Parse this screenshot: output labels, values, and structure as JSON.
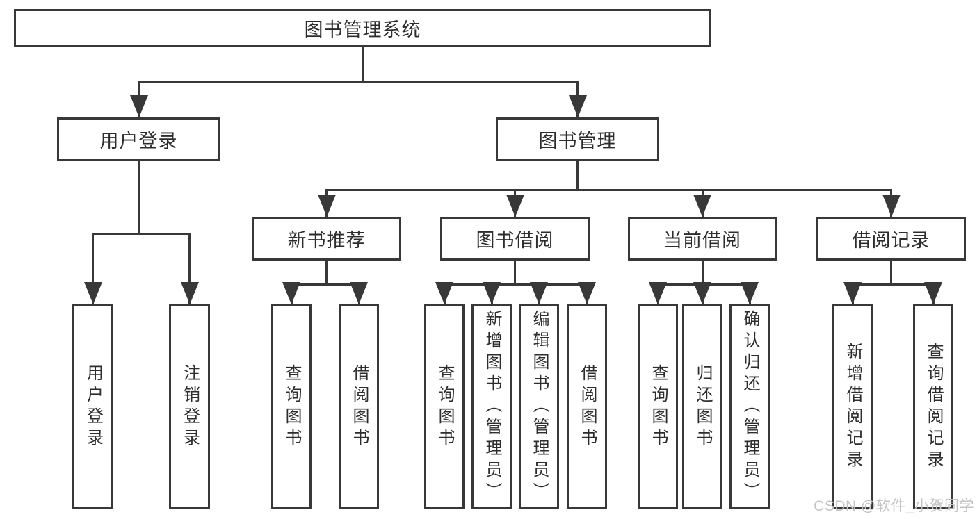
{
  "tree": {
    "label": "图书管理系统",
    "children": [
      {
        "label": "用户登录",
        "children": [
          {
            "label": "用户登录"
          },
          {
            "label": "注销登录"
          }
        ]
      },
      {
        "label": "图书管理",
        "children": [
          {
            "label": "新书推荐",
            "children": [
              {
                "label": "查询图书"
              },
              {
                "label": "借阅图书"
              }
            ]
          },
          {
            "label": "图书借阅",
            "children": [
              {
                "label": "查询图书"
              },
              {
                "label": "新增图书（管理员）"
              },
              {
                "label": "编辑图书（管理员）"
              },
              {
                "label": "借阅图书"
              }
            ]
          },
          {
            "label": "当前借阅",
            "children": [
              {
                "label": "查询图书"
              },
              {
                "label": "归还图书"
              },
              {
                "label": "确认归还（管理员）"
              }
            ]
          },
          {
            "label": "借阅记录",
            "children": [
              {
                "label": "新增借阅记录"
              },
              {
                "label": "查询借阅记录"
              }
            ]
          }
        ]
      }
    ]
  },
  "watermark": {
    "text": "CSDN @软件_小贺同学"
  },
  "colors": {
    "bg": "#ffffff",
    "line": "#383838",
    "text": "#2d2d2d",
    "watermark": "#c4c4c4"
  }
}
